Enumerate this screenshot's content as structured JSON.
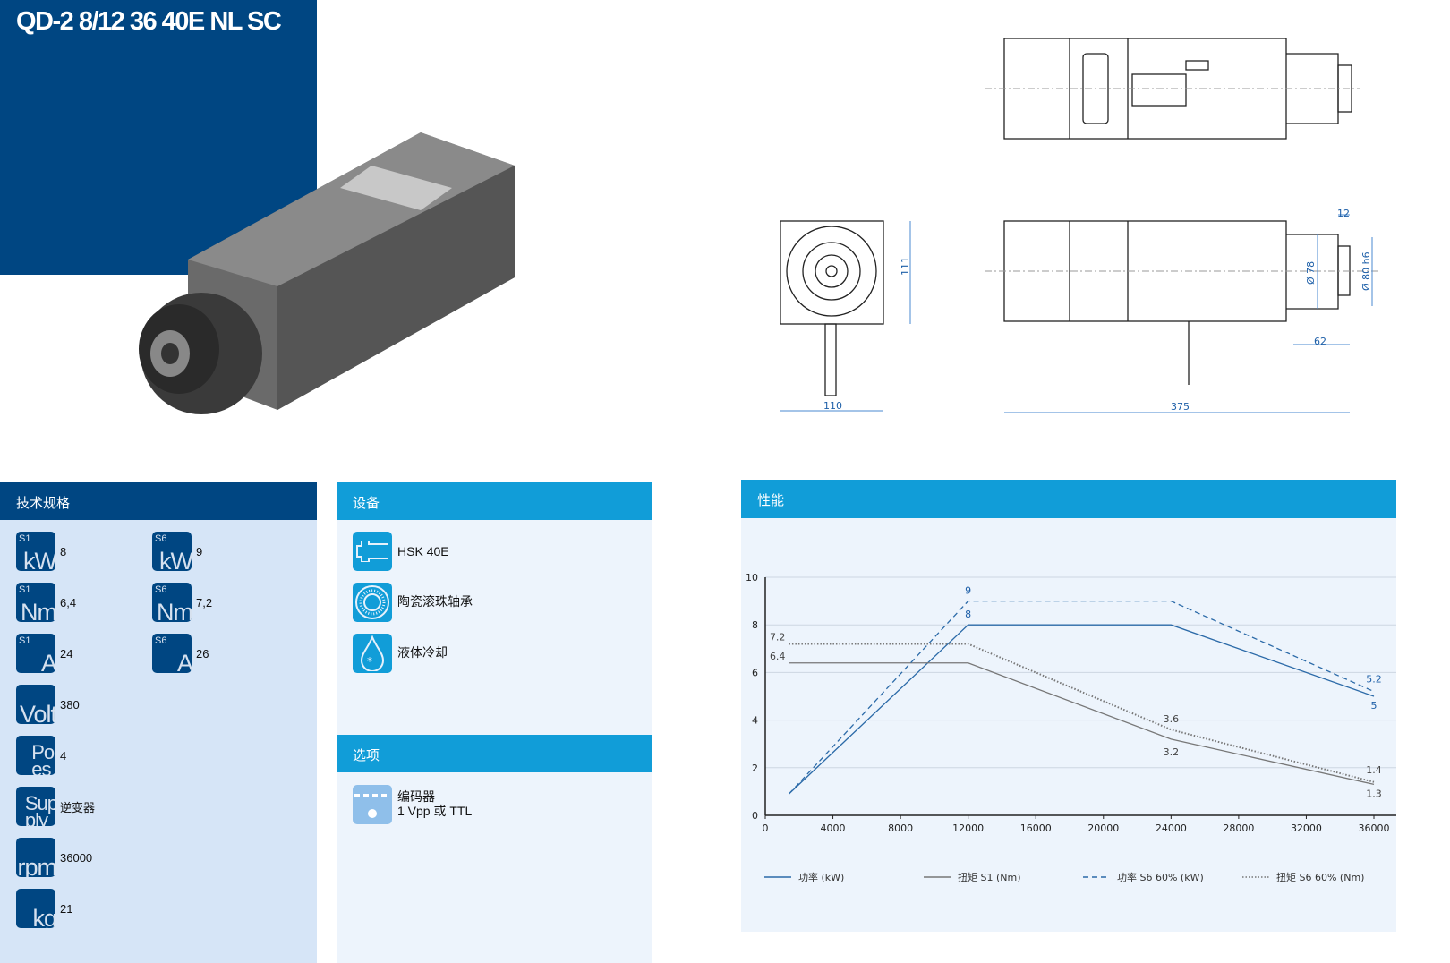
{
  "title": "QD-2 8/12 36 40E NL SC",
  "drawing_dims": {
    "height": "111",
    "width": "110",
    "length": "375",
    "nose": "12",
    "d1": "Ø 78",
    "d2": "Ø 80 h6",
    "d3": "62"
  },
  "specs": {
    "header": "技术规格",
    "items": [
      {
        "icon": "s1-kw-icon",
        "small": "S1",
        "unit": "kW",
        "value": "8"
      },
      {
        "icon": "s6-kw-icon",
        "small": "S6",
        "unit": "kW",
        "value": "9"
      },
      {
        "icon": "s1-nm-icon",
        "small": "S1",
        "unit": "Nm",
        "value": "6,4"
      },
      {
        "icon": "s6-nm-icon",
        "small": "S6",
        "unit": "Nm",
        "value": "7,2"
      },
      {
        "icon": "s1-a-icon",
        "small": "S1",
        "unit": "A",
        "value": "24"
      },
      {
        "icon": "s6-a-icon",
        "small": "S6",
        "unit": "A",
        "value": "26"
      },
      {
        "icon": "volt-icon",
        "small": "",
        "unit": "Volt",
        "value": "380"
      },
      {
        "icon": "poles-icon",
        "small": "",
        "unit": "Poles",
        "value": "4"
      },
      {
        "icon": "supply-icon",
        "small": "",
        "unit": "Supply",
        "value": "逆变器"
      },
      {
        "icon": "rpm-icon",
        "small": "",
        "unit": "rpm",
        "value": "36000"
      },
      {
        "icon": "kg-icon",
        "small": "",
        "unit": "kg",
        "value": "21"
      }
    ]
  },
  "equipment": {
    "header": "设备",
    "items": [
      "HSK 40E",
      "陶瓷滚珠轴承",
      "液体冷却"
    ]
  },
  "options": {
    "header": "选项",
    "items": [
      {
        "line1": "编码器",
        "line2": "1 Vpp 或 TTL"
      }
    ]
  },
  "performance": {
    "header": "性能"
  },
  "chart_data": {
    "type": "line",
    "title": "性能",
    "xlim": [
      0,
      36000
    ],
    "ylim": [
      0,
      10
    ],
    "xticks": [
      "0",
      "4000",
      "8000",
      "12000",
      "16000",
      "20000",
      "24000",
      "28000",
      "32000",
      "36000"
    ],
    "yticks": [
      "0",
      "2",
      "4",
      "6",
      "8",
      "10"
    ],
    "grid": true,
    "legend": "bottom",
    "series": [
      {
        "name": "功率 (kW)",
        "style": "solid",
        "color": "#2b6aa8",
        "x": [
          1400,
          12000,
          24000,
          36000
        ],
        "y": [
          0.9,
          8,
          8,
          5
        ],
        "labels": [
          null,
          "8",
          null,
          "5"
        ]
      },
      {
        "name": "扭矩 S1 (Nm)",
        "style": "solid",
        "color": "#777777",
        "x": [
          1400,
          12000,
          24000,
          36000
        ],
        "y": [
          6.4,
          6.4,
          3.2,
          1.3
        ],
        "labels": [
          "6.4",
          null,
          "3.2",
          "1.3"
        ]
      },
      {
        "name": "功率 S6 60% (kW)",
        "style": "dashed",
        "color": "#2b6aa8",
        "x": [
          1400,
          12000,
          24000,
          36000
        ],
        "y": [
          0.9,
          9,
          9,
          5.2
        ],
        "labels": [
          null,
          "9",
          null,
          "5.2"
        ]
      },
      {
        "name": "扭矩 S6 60% (Nm)",
        "style": "dotted",
        "color": "#777777",
        "x": [
          1400,
          12000,
          24000,
          36000
        ],
        "y": [
          7.2,
          7.2,
          3.6,
          1.4
        ],
        "labels": [
          "7.2",
          null,
          "3.6",
          "1.4"
        ]
      }
    ]
  }
}
